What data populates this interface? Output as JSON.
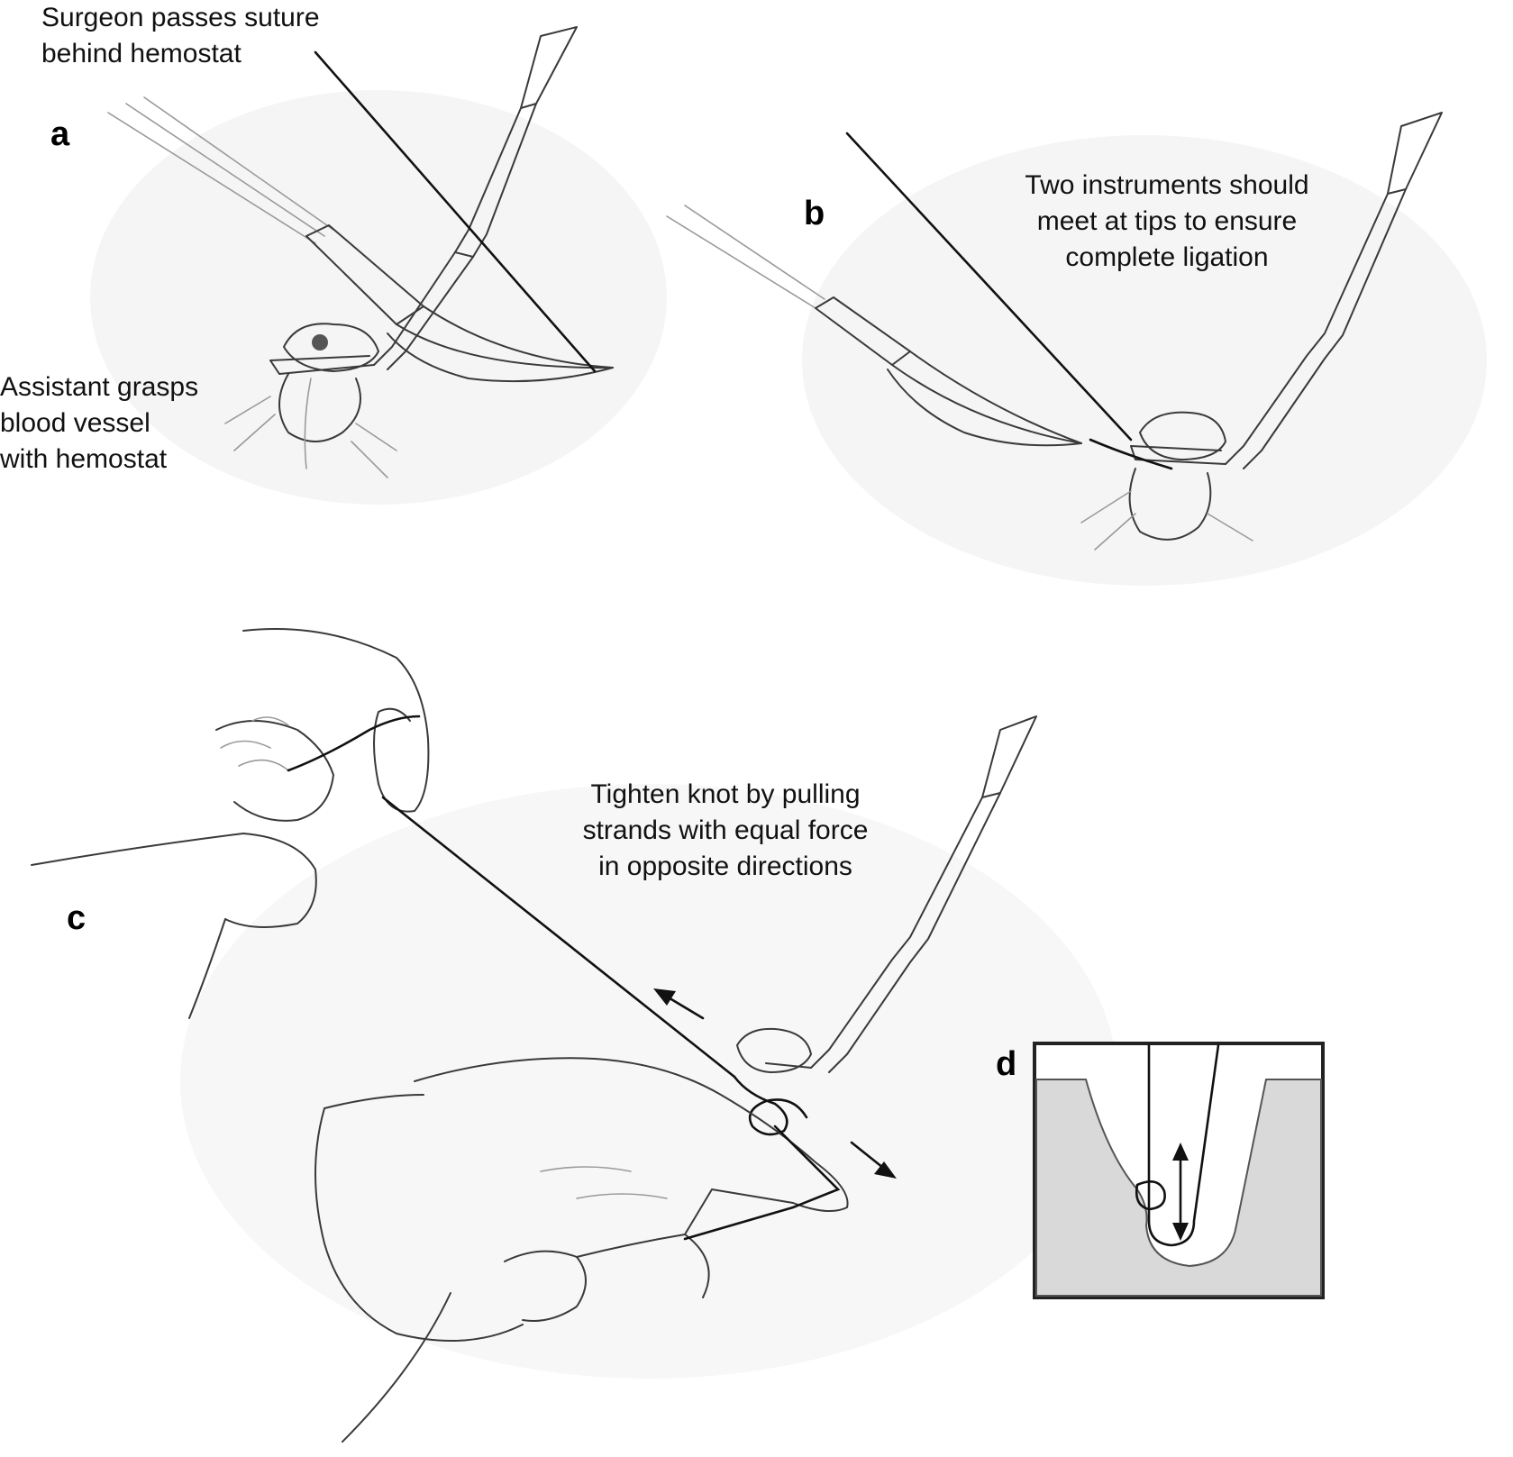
{
  "captions": {
    "panel_a_top": "Surgeon passes suture\nbehind hemostat",
    "panel_a_left": "Assistant grasps\nblood vessel\nwith hemostat",
    "panel_b": "Two instruments should\nmeet at tips to ensure\ncomplete ligation",
    "panel_c": "Tighten knot by pulling\nstrands with equal force\nin opposite directions"
  },
  "panel_labels": {
    "a": "a",
    "b": "b",
    "c": "c",
    "d": "d"
  },
  "colors": {
    "line": "#3a3a3a",
    "suture": "#111111",
    "tissue_shade": "#d6d6d6",
    "inset_fill": "#d9d9d9"
  }
}
